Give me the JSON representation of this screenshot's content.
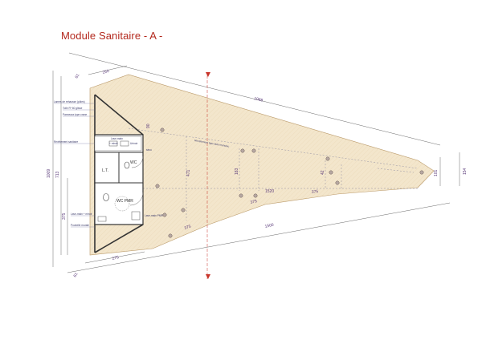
{
  "title": "Module Sanitaire - A -",
  "dimensions": {
    "top_left": "250",
    "top_long": "1088",
    "left_total": "1009",
    "left_upper": "713",
    "left_lower": "375",
    "left_small": "61",
    "left_small2": "61",
    "bottom_left": "275",
    "bottom_mid1": "375",
    "bottom_mid2": "375",
    "bottom_mid3": "375",
    "bottom_long": "1500",
    "right_small": "101",
    "right_outer": "154",
    "inner_90": "90",
    "inner_471": "471",
    "inner_183": "183",
    "inner_42": "42",
    "inner_1520": "1520"
  },
  "rooms": {
    "lt": "L.T.",
    "wc": "WC",
    "wc_pmr": "WC PMR"
  },
  "notes": {
    "note1": "Lames de rehausse (pôles)",
    "note2": "Toile R* 60 glisse",
    "note3": "Panneaux type crane",
    "note4": "Revêtement sanitaire",
    "note5": "Lave-main",
    "note6": "+ miroir",
    "note7": "Urinoir",
    "note8": "Revêtement type bois monoloc",
    "note9": "sécu",
    "note10": "Lave-main + miroir",
    "note11": "Poubelle murale",
    "note12": "Lave-main PMR"
  },
  "colors": {
    "floor": "#f3e6cc",
    "hatch": "#d9b98a",
    "wall": "#333333",
    "axis": "#c8342a",
    "dimension": "#5a3a7a"
  }
}
